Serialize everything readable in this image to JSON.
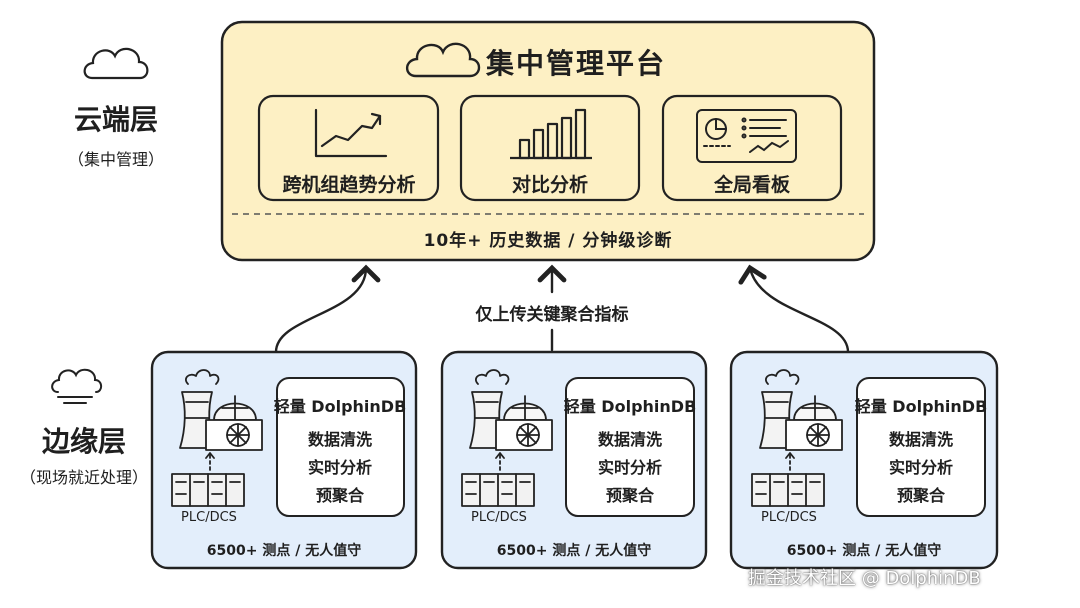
{
  "cloud_layer": {
    "title": "云端层",
    "subtitle": "（集中管理）"
  },
  "edge_layer": {
    "title": "边缘层",
    "subtitle": "（现场就近处理）"
  },
  "platform": {
    "title": "集中管理平台",
    "cards": [
      {
        "label": "跨机组趋势分析",
        "icon": "trend-chart-icon"
      },
      {
        "label": "对比分析",
        "icon": "bar-chart-icon"
      },
      {
        "label": "全局看板",
        "icon": "dashboard-icon"
      }
    ],
    "footer": "10年+  历史数据  /  分钟级诊断",
    "fill_color": "#fdf0c4"
  },
  "flow_label": "仅上传关键聚合指标",
  "edge_nodes": [
    {
      "box_title": "轻量 DolphinDB",
      "functions": [
        "数据清洗",
        "实时分析",
        "预聚合"
      ],
      "device_label": "PLC/DCS",
      "footer": "6500+ 测点  /  无人值守"
    },
    {
      "box_title": "轻量 DolphinDB",
      "functions": [
        "数据清洗",
        "实时分析",
        "预聚合"
      ],
      "device_label": "PLC/DCS",
      "footer": "6500+ 测点  /  无人值守"
    },
    {
      "box_title": "轻量 DolphinDB",
      "functions": [
        "数据清洗",
        "实时分析",
        "预聚合"
      ],
      "device_label": "PLC/DCS",
      "footer": "6500+ 测点  /  无人值守"
    }
  ],
  "edge_fill_color": "#e3eefb",
  "watermark": "掘金技术社区 @ DolphinDB"
}
